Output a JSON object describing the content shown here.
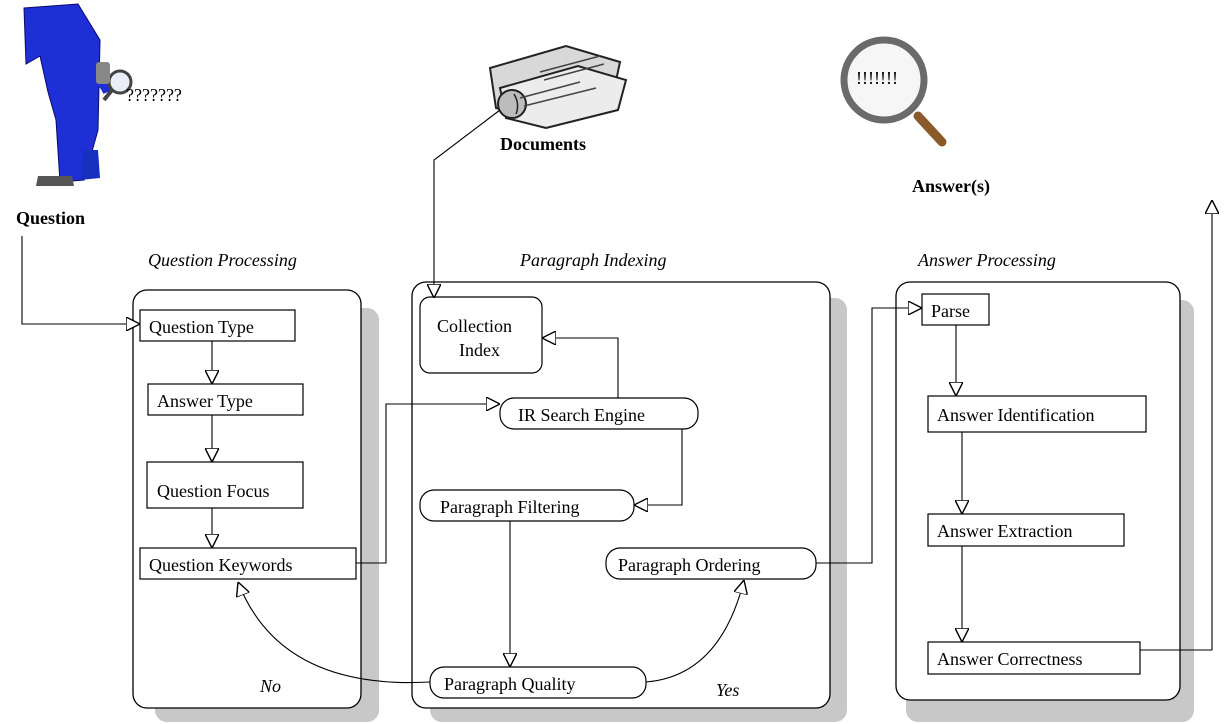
{
  "inputs": {
    "question_label": "Question",
    "question_marks": "???????",
    "documents_label": "Documents",
    "answer_label": "Answer(s)",
    "exclamation_marks": "!!!!!!!"
  },
  "sections": {
    "question_processing": {
      "title": "Question Processing",
      "items": [
        "Question Type",
        "Answer Type",
        "Question Focus",
        "Question Keywords"
      ]
    },
    "paragraph_indexing": {
      "title": "Paragraph Indexing",
      "collection_index": [
        "Collection",
        "Index"
      ],
      "ir_search_engine": "IR Search Engine",
      "paragraph_filtering": "Paragraph Filtering",
      "paragraph_ordering": "Paragraph Ordering",
      "paragraph_quality": "Paragraph Quality"
    },
    "answer_processing": {
      "title": "Answer Processing",
      "items": [
        "Parse",
        "Answer Identification",
        "Answer Extraction",
        "Answer Correctness"
      ]
    }
  },
  "decision_labels": {
    "no": "No",
    "yes": "Yes"
  }
}
